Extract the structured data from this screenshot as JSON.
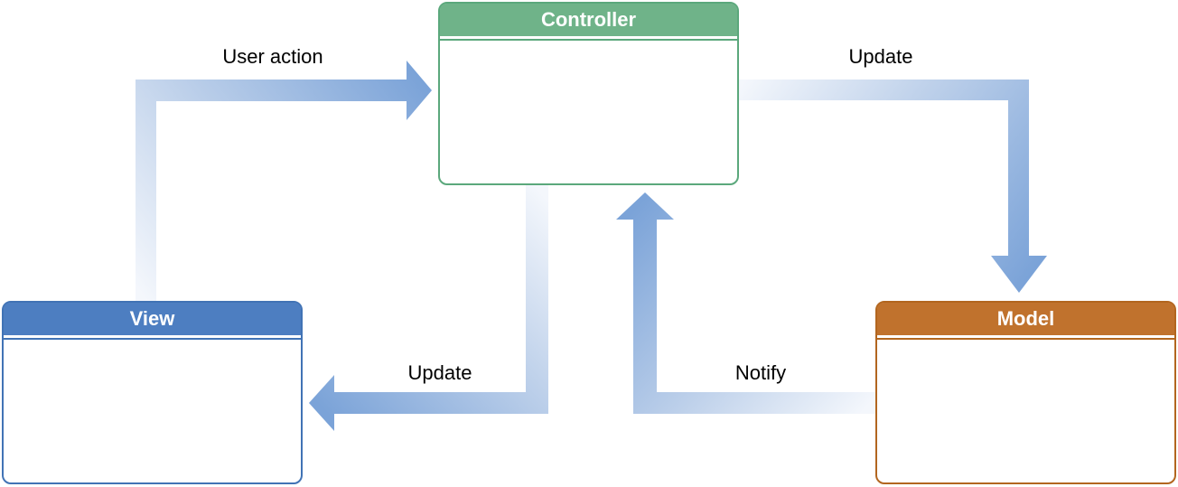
{
  "nodes": {
    "controller": {
      "label": "Controller",
      "header_color": "#6fb389",
      "border_color": "#5ba87c"
    },
    "view": {
      "label": "View",
      "header_color": "#4d7ec1",
      "border_color": "#4173b5"
    },
    "model": {
      "label": "Model",
      "header_color": "#c0722d",
      "border_color": "#b2661f"
    }
  },
  "arrows": {
    "user_action": {
      "label": "User action",
      "from": "View",
      "to": "Controller"
    },
    "update_model": {
      "label": "Update",
      "from": "Controller",
      "to": "Model"
    },
    "update_view": {
      "label": "Update",
      "from": "Controller",
      "to": "View"
    },
    "notify": {
      "label": "Notify",
      "from": "Model",
      "to": "Controller"
    }
  },
  "colors": {
    "arrow_gradient_light": "#f4f7fc",
    "arrow_gradient_mid": "#bdd0ea",
    "arrow_gradient_dark": "#7ba3d8",
    "label_text": "#000000",
    "title_text": "#ffffff",
    "background": "#ffffff"
  }
}
